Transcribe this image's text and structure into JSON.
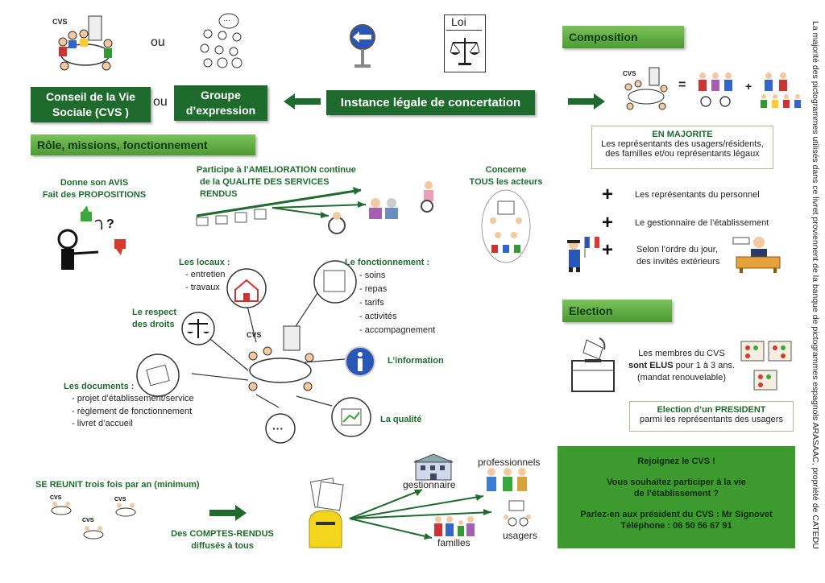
{
  "header": {
    "cvs_tag": "CVS",
    "or1": "ou",
    "or2": "ou",
    "loi": "Loi",
    "cvs_box": "Conseil de la Vie Sociale (CVS )",
    "groupe_box": "Groupe d’expression",
    "instance_box": "Instance légale de concertation"
  },
  "role": {
    "title": "Rôle, missions, fonctionnement",
    "avis_line1": "Donne son AVIS",
    "avis_line2": "Fait des PROPOSITIONS",
    "qualite_line1": "Participe à l’AMELIORATION continue",
    "qualite_line2": "de la QUALITE DES SERVICES RENDUS",
    "concerne_line1": "Concerne",
    "concerne_line2": "TOUS les acteurs",
    "center_tag": "CVS",
    "locaux_title": "Les locaux :",
    "locaux_items": [
      "entretien",
      "travaux"
    ],
    "fonct_title": "Le fonctionnement :",
    "fonct_items": [
      "soins",
      "repas",
      "tarifs",
      "activités",
      "accompagnement"
    ],
    "respect_line1": "Le respect",
    "respect_line2": "des droits",
    "information": "L’information",
    "documents_title": "Les documents :",
    "documents_items": [
      "projet d’établissement/service",
      "règlement de fonctionnement",
      "livret d’accueil"
    ],
    "qualite": "La qualité"
  },
  "reunion": {
    "title": "SE REUNIT trois fois par an (minimum)",
    "cvs_tag": "CVS",
    "comptes_line1": "Des COMPTES-RENDUS",
    "comptes_line2": "diffusés à tous",
    "gestionnaire": "gestionnaire",
    "professionnels": "professionnels",
    "usagers": "usagers",
    "familles": "familles"
  },
  "composition": {
    "title": "Composition",
    "cvs_tag": "CVS",
    "equals": "=",
    "plus_small": "+",
    "majorite_title": "EN MAJORITE",
    "majorite_line1": "Les représentants des usagers/résidents,",
    "majorite_line2": "des familles et/ou représentants légaux",
    "plus": "+",
    "personnel": "Les représentants du personnel",
    "gestionnaire": "Le gestionnaire de l’établissement",
    "invites_line1": "Selon l’ordre du jour,",
    "invites_line2": "des invités extérieurs"
  },
  "election": {
    "title": "Election",
    "line1": "Les membres du CVS",
    "line2_bold": "sont ELUS",
    "line2_rest": " pour 1 à  3 ans.",
    "line3": "(mandat renouvelable)",
    "president_line1": "Election d’un PRESIDENT",
    "president_line2": "parmi les représentants des usagers"
  },
  "contact": {
    "line1": "Rejoignez le CVS !",
    "line2": "Vous souhaitez participer à la vie",
    "line3": "de l’établissement ?",
    "line4": "Parlez-en aux président du CVS : Mr Signovet",
    "line5": "Téléphone : 06 50 56 67 91"
  },
  "credit": "La majorité des pictogrammes utilisés dans ce livret proviennent de la banque de pictogrammes espagnols ARASAAC, propriété de CATEDU",
  "colors": {
    "dark_green": "#1f6b2d",
    "light_green": "#6fb94e",
    "contact_green": "#3d9a2e",
    "thumb_up": "#3aa83a",
    "thumb_down": "#d63a2a"
  },
  "icons": [
    "meeting-table-icon",
    "people-group-icon",
    "direction-sign-icon",
    "law-scales-icon",
    "arrow-icon",
    "thumbs-icon",
    "house-icon",
    "info-icon",
    "ballot-box-icon",
    "mailbox-icon",
    "building-icon",
    "french-flag-icon"
  ]
}
